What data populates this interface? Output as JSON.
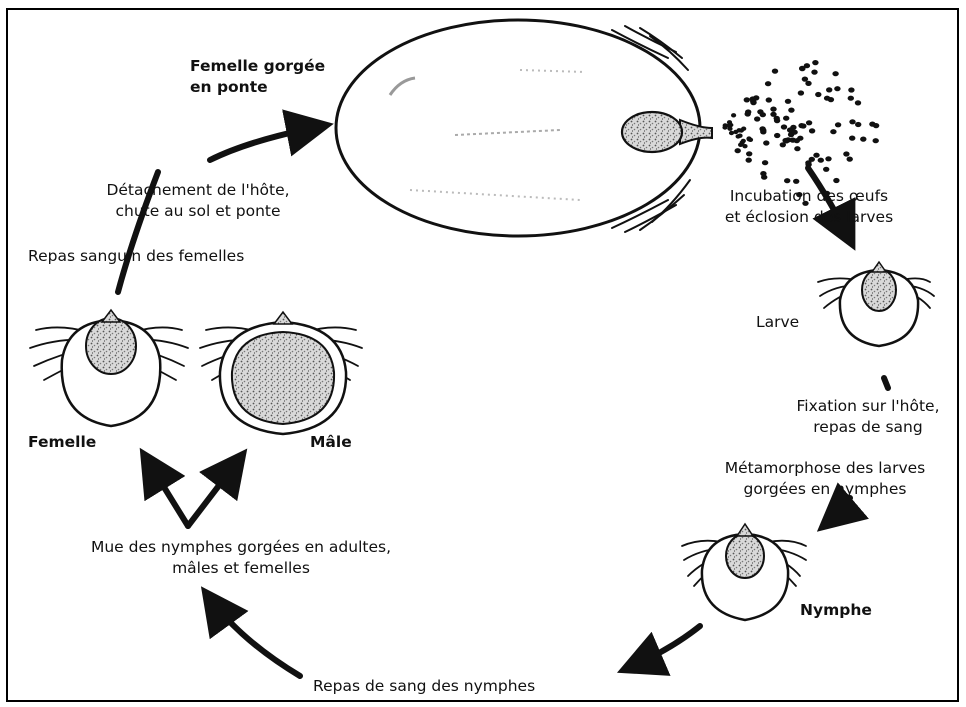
{
  "diagram": {
    "colors": {
      "ink": "#111111",
      "body": "#ffffff",
      "speckle": "#888888",
      "background": "#ffffff"
    },
    "labels": {
      "femelle_gorgee": [
        "Femelle gorgée",
        "en ponte"
      ],
      "incubation": [
        "Incubation des œufs",
        "et éclosion des larves"
      ],
      "larve": "Larve",
      "fixation": [
        "Fixation sur l'hôte,",
        "repas de sang"
      ],
      "metamorphose": [
        "Métamorphose des larves",
        "gorgées en nymphes"
      ],
      "nymphe": "Nymphe",
      "repas_nymphes": "Repas de sang des nymphes",
      "mue": [
        "Mue des nymphes gorgées en adultes,",
        "mâles et femelles"
      ],
      "femelle": "Femelle",
      "male": "Mâle",
      "repas_femelles": "Repas sanguin des femelles",
      "detachement": [
        "Détachement de l'hôte,",
        "chute au sol et ponte"
      ]
    }
  }
}
